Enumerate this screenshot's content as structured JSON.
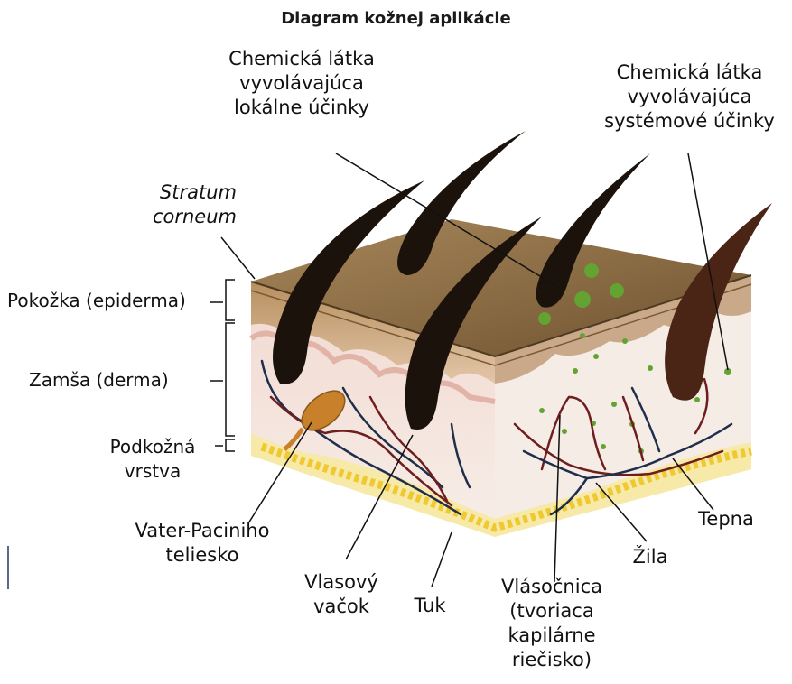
{
  "title": "Diagram kožnej aplikácie",
  "labels": {
    "local": [
      "Chemická látka",
      "vyvolávajúca",
      "lokálne účinky"
    ],
    "systemic": [
      "Chemická látka",
      "vyvolávajúca",
      "systémové účinky"
    ],
    "stratum": [
      "Stratum",
      "corneum"
    ],
    "epidermis": "Pokožka (epiderma)",
    "dermis": "Zamša (derma)",
    "subcutis": [
      "Podkožná",
      "vrstva"
    ],
    "pacinian": [
      "Vater-Paciniho",
      "teliesko"
    ],
    "follicle": [
      "Vlasový",
      "vačok"
    ],
    "fat": "Tuk",
    "capillary": [
      "Vlásočnica",
      "(tvoriaca",
      "kapilárne",
      "riečisko)"
    ],
    "vein": "Žila",
    "artery": "Tepna"
  },
  "colors": {
    "surface": "#8a6a3e",
    "epidermis": "#c9a77a",
    "dermis": "#f3e4dc",
    "fat": "#f0d060",
    "hair": "#1c120c",
    "hair_right": "#4a2414",
    "droplet": "#5f9e32",
    "artery": "#6e1e1e",
    "vein": "#1f2e4a",
    "pacinian": "#c8802a"
  }
}
